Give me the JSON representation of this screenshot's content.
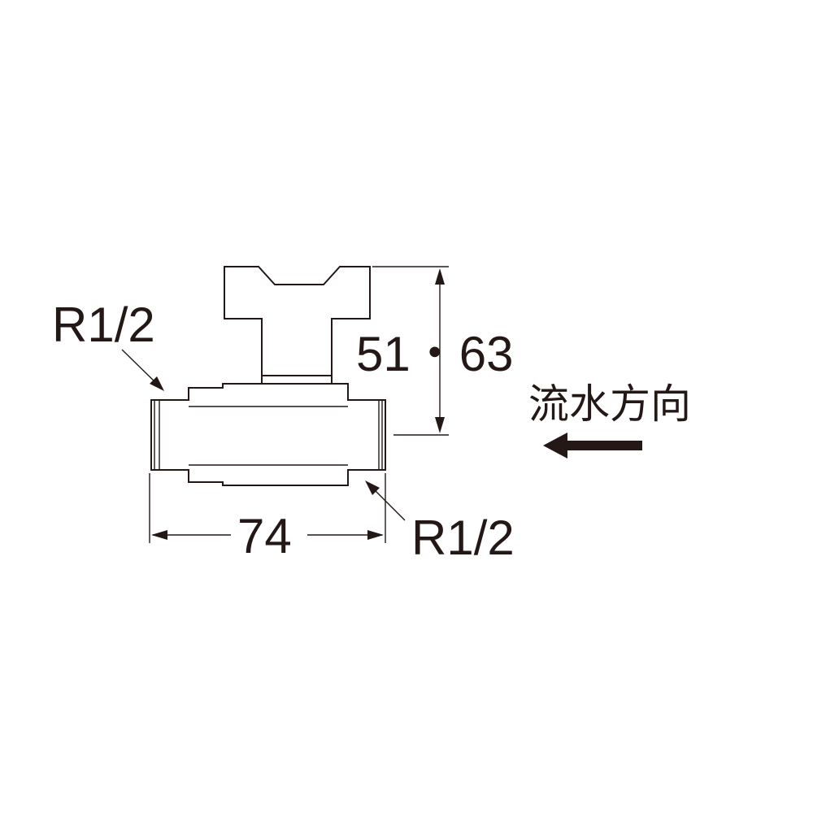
{
  "drawing": {
    "inlet_thread_label": "R1/2",
    "outlet_thread_label": "R1/2",
    "height_dimension": "51・63",
    "length_dimension": "74",
    "flow_direction_label": "流水方向"
  }
}
